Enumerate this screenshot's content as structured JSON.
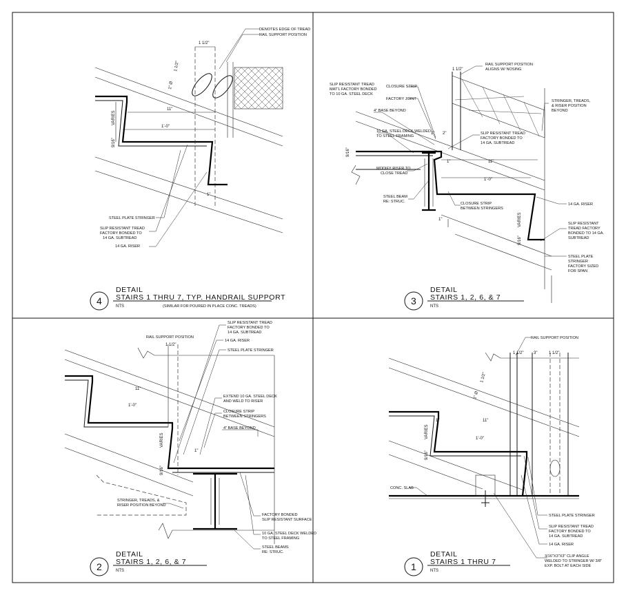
{
  "details": [
    {
      "number": "4",
      "title_line1": "DETAIL",
      "title_line2": "STAIRS 1 THRU 7, TYP. HANDRAIL SUPPORT",
      "scale": "NTS",
      "subnote": "(SIMILAR FOR POURED IN PLACE CONC. TREADS)",
      "callouts": [
        "DENOTES EDGE OF TREAD",
        "RAIL SUPPORT POSITION",
        "STEEL PLATE STRINGER",
        "SLIP RESISTANT TREAD",
        "FACTORY BONDED TO",
        "14 GA. SUBTREAD",
        "14 GA. RISER"
      ],
      "dimensions": [
        "1 1/2\"",
        "1 1/2\"",
        "1\" Ø",
        "11\"",
        "1'-0\"",
        "VARIES",
        "9/16\"",
        "1\""
      ]
    },
    {
      "number": "3",
      "title_line1": "DETAIL",
      "title_line2": "STAIRS 1, 2, 6, & 7",
      "scale": "NTS",
      "callouts": [
        "RAIL SUPPORT POSITION",
        "ALIGNS W/ NOSING",
        "SLIP RESISTANT TREAD",
        "MAT'L FACTORY BONDED",
        "TO 10 GA. STEEL DECK",
        "CLOSURE STRIP",
        "FACTORY JOINT",
        "4\" BASE BEYOND",
        "STRINGER, TREADS,",
        "& RISER POSITION",
        "BEYOND",
        "10 GA. STEEL DECK WELDED",
        "TO STEEL FRAMING",
        "SLIP RESISTANT TREAD",
        "FACTORY BONDED TO",
        "14 GA. SUBTREAD",
        "MODIFY RISER TO",
        "CLOSE TREAD",
        "STEEL BEAM",
        "RE: STRUC.",
        "CLOSURE STRIP",
        "BETWEEN STRINGERS",
        "14 GA. RISER",
        "SLIP RESISTANT",
        "TREAD FACTORY",
        "BONDED TO 14 GA.",
        "SUBTREAD",
        "STEEL PLATE",
        "STRINGER",
        "FACTORY SIZED",
        "FOR SPAN"
      ],
      "dimensions": [
        "1 1/2\"",
        "1\"",
        "2\"",
        "1\"",
        "11\"",
        "1'-0\"",
        "VARIES",
        "9/16\"",
        "9/16\"",
        "1\""
      ]
    },
    {
      "number": "2",
      "title_line1": "DETAIL",
      "title_line2": "STAIRS 1, 2, 6, & 7",
      "scale": "NTS",
      "callouts": [
        "SLIP RESISTANT TREAD",
        "FACTORY BONDED TO",
        "14 GA. SUBTREAD",
        "RAIL SUPPORT POSITION",
        "14 GA. RISER",
        "STEEL PLATE STRINGER",
        "EXTEND 10 GA. STEEL DECK",
        "AND WELD TO RISER",
        "CLOSURE STRIP",
        "BETWEEN STRINGERS",
        "4\" BASE BEYOND",
        "STRINGER, TREADS, &",
        "RISER POSITION BEYOND",
        "FACTORY BONDED",
        "SLIP RESISTANT SURFACE",
        "10 GA. STEEL DECK WELDED",
        "TO STEEL FRAMING",
        "STEEL BEAMS",
        "RE: STRUC."
      ],
      "dimensions": [
        "1 1/2\"",
        "11\"",
        "1'-0\"",
        "VARIES",
        "9/16\"",
        "1\""
      ]
    },
    {
      "number": "1",
      "title_line1": "DETAIL",
      "title_line2": "STAIRS 1 THRU 7",
      "scale": "NTS",
      "callouts": [
        "RAIL SUPPORT POSITION",
        "CONC. SLAB",
        "STEEL PLATE STRINGER",
        "SLIP RESISTANT TREAD",
        "FACTORY BONDED TO",
        "14 GA. SUBTREAD",
        "14 GA. RISER",
        "3/16\"X3\"X3\" CLIP ANGLE",
        "WELDED TO STRINGER W/ 3/8\"",
        "EXP. BOLT AT EACH SIDE"
      ],
      "dimensions": [
        "1 1/2\"",
        "3\"",
        "1 1/2\"",
        "1 1/2\"",
        "1\" Ø",
        "11\"",
        "1'-0\"",
        "VARIES",
        "9/16\"",
        "1\""
      ]
    }
  ]
}
